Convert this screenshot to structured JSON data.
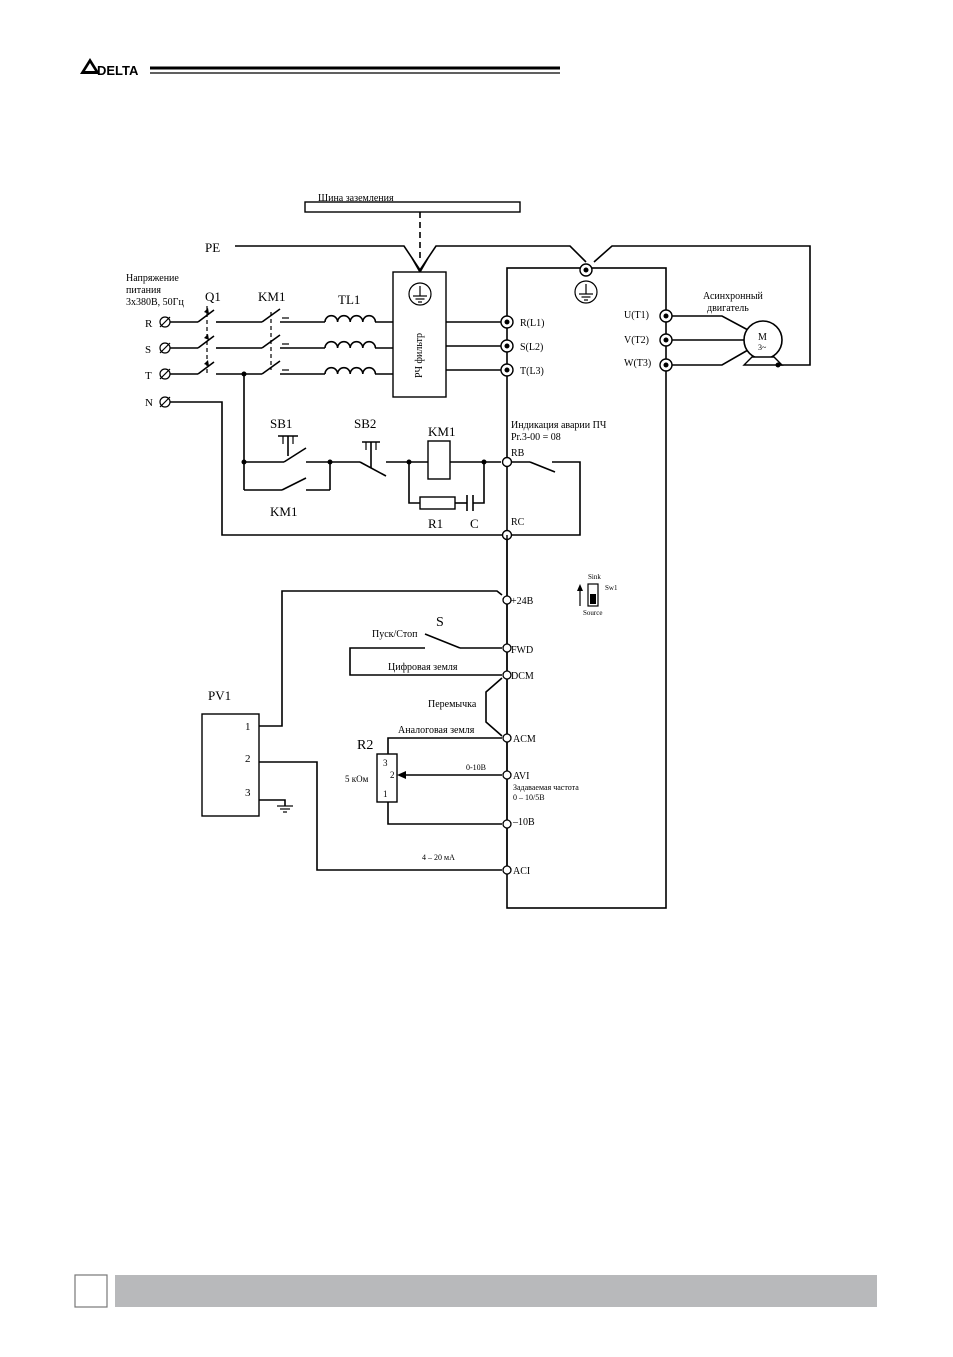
{
  "header": {
    "logo_text": "DELTA"
  },
  "diagram": {
    "ground_bus": "Шина заземления",
    "pe": "PE",
    "supply": [
      "Напряжение",
      "питания",
      "3х380В, 50Гц"
    ],
    "phases": [
      "R",
      "S",
      "T",
      "N"
    ],
    "q1": "Q1",
    "km1_top": "KM1",
    "tl1": "TL1",
    "rf_filter": "РЧ фильтр",
    "inputs": [
      "R(L1)",
      "S(L2)",
      "T(L3)"
    ],
    "outputs": [
      "U(T1)",
      "V(T2)",
      "W(T3)"
    ],
    "motor_desc": [
      "Асинхронный",
      "двигатель"
    ],
    "motor_m": "M",
    "motor_phase": "3~",
    "alarm": [
      "Индикация аварии ПЧ",
      "Pr.3-00 = 08"
    ],
    "sb1": "SB1",
    "sb2": "SB2",
    "km1_coil": "KM1",
    "km1_contact": "KM1",
    "rb": "RB",
    "rc": "RC",
    "r1": "R1",
    "c": "C",
    "sink": "Sink",
    "sw1": "Sw1",
    "source": "Source",
    "plus24": "+24В",
    "s_label": "S",
    "start_stop": "Пуск/Стоп",
    "fwd": "FWD",
    "digital_ground": "Цифровая земля",
    "dcm": "DCM",
    "jumper": "Перемычка",
    "pv1": "PV1",
    "pv1_pins": [
      "1",
      "2",
      "3"
    ],
    "analog_ground": "Аналоговая земля",
    "acm": "ACM",
    "r2": "R2",
    "r2_pins": [
      "3",
      "2",
      "1"
    ],
    "r2_value": "5 кОм",
    "range_0_10": "0-10В",
    "avi": "AVI",
    "freq": [
      "Задаваемая частота",
      "0 – 10/5В"
    ],
    "minus10": "–10В",
    "ma_range": "4 – 20 мА",
    "aci": "ACI"
  }
}
